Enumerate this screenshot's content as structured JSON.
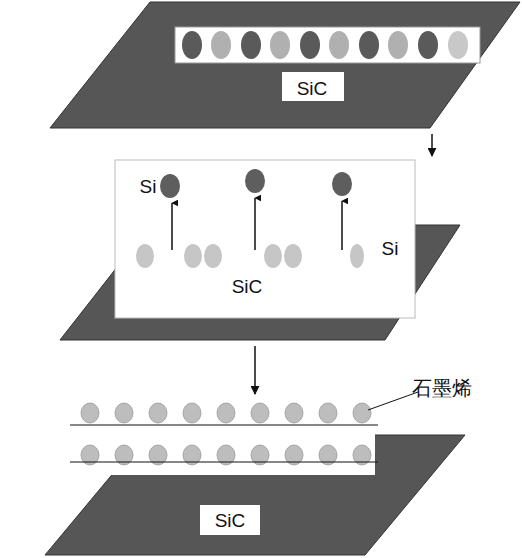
{
  "diagram": {
    "nodes": [
      {
        "text": [
          "SiC"
        ]
      },
      {
        "text": [
          "Si",
          "Si",
          "SiC"
        ]
      },
      {
        "text": [
          "SiC"
        ]
      }
    ],
    "edges": [
      {
        "from": 0,
        "to": 1,
        "arrow": "to"
      },
      {
        "from": 1,
        "to": 2,
        "arrow": "to"
      }
    ],
    "labels": [
      "石墨烯"
    ]
  }
}
